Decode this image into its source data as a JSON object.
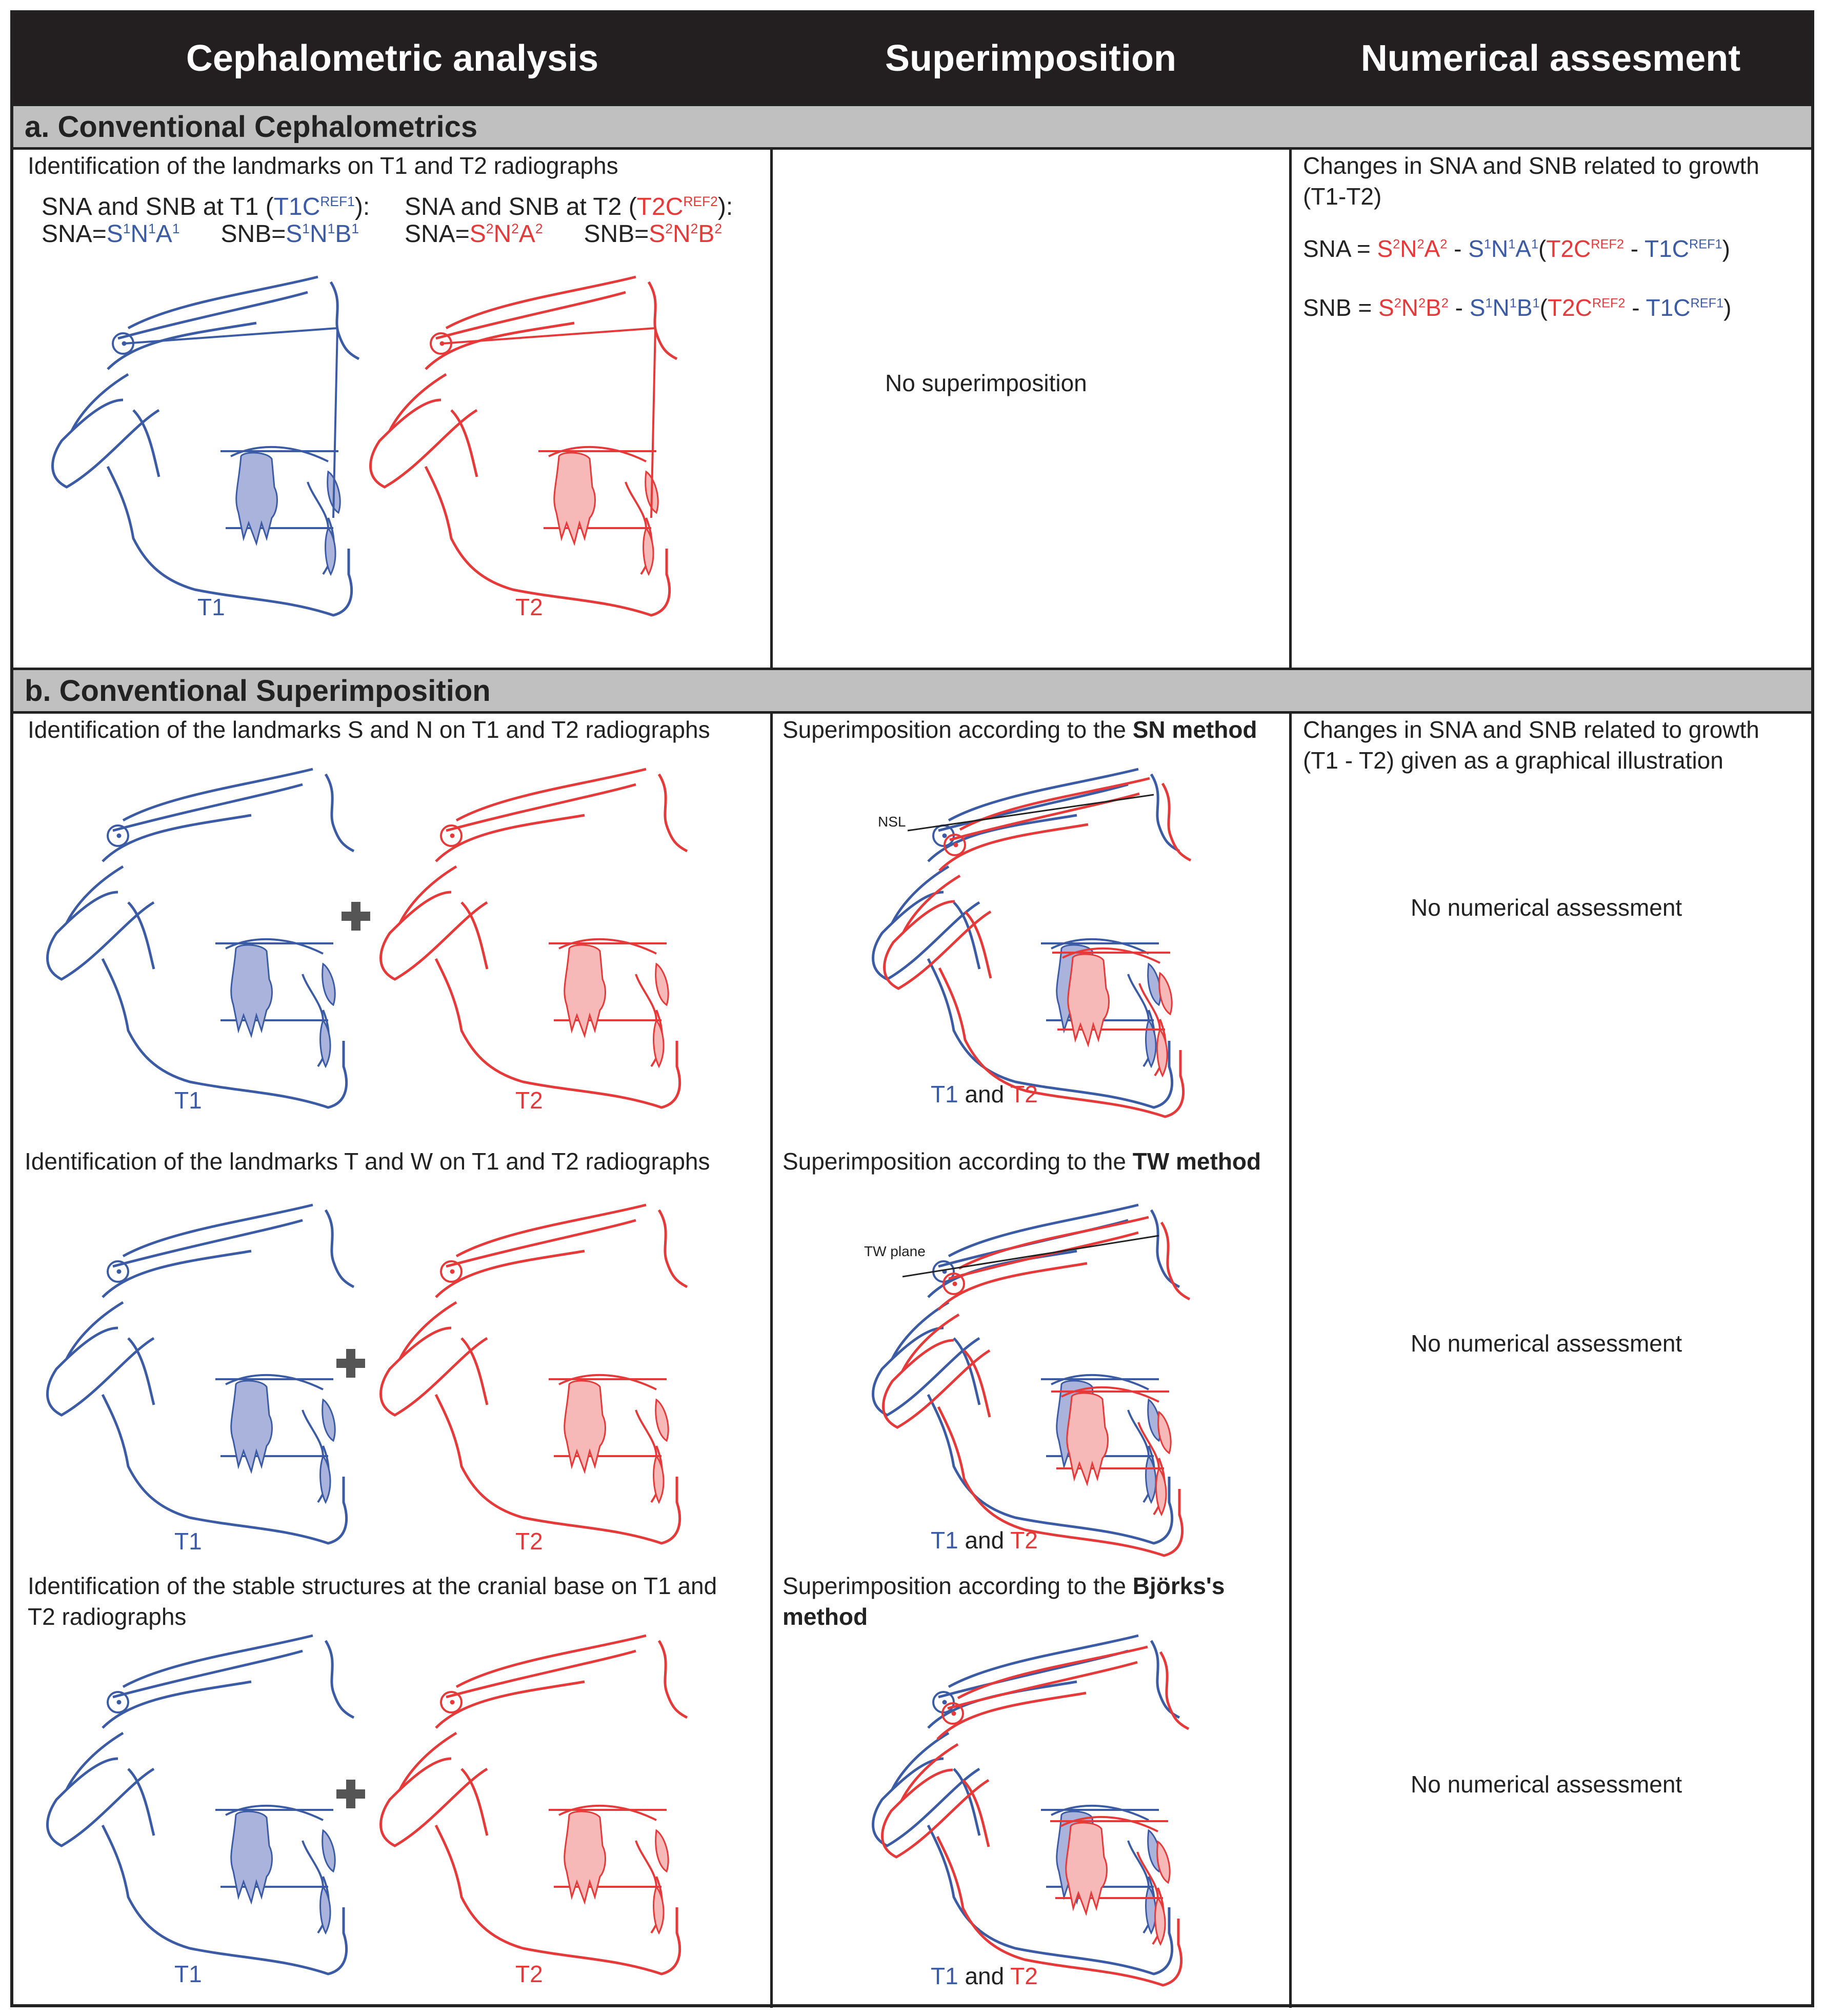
{
  "header": {
    "col1": "Cephalometric analysis",
    "col2": "Superimposition",
    "col3": "Numerical assesment"
  },
  "section_a": {
    "title": "a. Conventional Cephalometrics",
    "col1_text": "Identification of the landmarks on T1 and T2 radiographs",
    "t1_line1_prefix": "SNA and SNB at T1 (",
    "t1_ref": "T1C",
    "t1_ref_sup": "REF1",
    "t1_line1_suffix": "):",
    "t2_line1_prefix": "SNA and SNB at T2 (",
    "t2_ref": "T2C",
    "t2_ref_sup": "REF2",
    "t2_line1_suffix": "):",
    "sna_label": "SNA=",
    "snb_label": "SNB=",
    "col2_text": "No superimposition",
    "col3_text": "Changes in SNA and SNB related to growth (T1-T2)",
    "sna_eq_label": "SNA = ",
    "snb_eq_label": "SNB = ",
    "t1_caption": "T1",
    "t2_caption": "T2"
  },
  "section_b": {
    "title": "b. Conventional Superimposition",
    "row1_text": "Identification of the landmarks S and N on T1 and T2 radiographs",
    "row1_sup_prefix": "Superimposition according to the ",
    "row1_sup_bold": "SN method",
    "row2_text": "Identification of the landmarks T and W on T1 and T2 radiographs",
    "row2_sup_prefix": "Superimposition according to the ",
    "row2_sup_bold": "TW method",
    "row3_text": "Identification of the stable structures at the cranial base on T1 and T2 radiographs",
    "row3_sup_prefix": "Superimposition according to the ",
    "row3_sup_bold": "Björks's method",
    "col3_text": "Changes in SNA and SNB related to growth (T1 - T2) given as a graphical illustration",
    "no_num": "No numerical assessment",
    "t1_caption": "T1",
    "t2_caption": "T2",
    "and": " and ",
    "nsl": "NSL",
    "tw_plane": "TW plane",
    "s_and": " and "
  },
  "colors": {
    "t1": "#3b5ba5",
    "t2": "#e63a3a",
    "t1_fill": "#a9b3dc",
    "t2_fill": "#f7b9b7",
    "header_bg": "#231f20",
    "section_bg": "#c0c0c0"
  }
}
